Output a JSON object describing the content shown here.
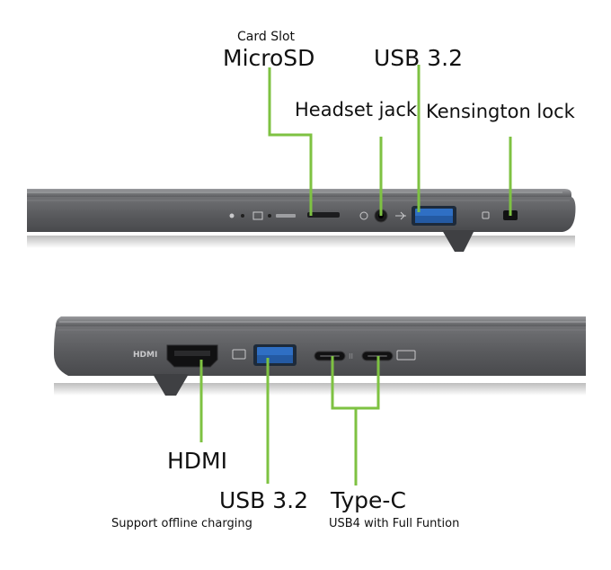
{
  "colors": {
    "callout": "#7ec242",
    "chassis_dark": "#4a4b4e",
    "chassis_mid": "#67686b",
    "chassis_light": "#8c8d90",
    "usb_blue": "#2f6fc4"
  },
  "top_view": {
    "card_slot_caption": "Card Slot",
    "card_slot_label": "MicroSD",
    "usb_label": "USB 3.2",
    "headset_label": "Headset jack",
    "kensington_label": "Kensington lock"
  },
  "bottom_view": {
    "hdmi_label": "HDMI",
    "usb_label": "USB 3.2",
    "usb_sub": "Support offline charging",
    "typec_label": "Type-C",
    "typec_sub": "USB4 with Full Funtion"
  },
  "icons": {
    "hdmi_logo": "HDMI",
    "usb_power_logo": "usb-charge-icon",
    "usb_display_logo": "usb-display-icon"
  }
}
